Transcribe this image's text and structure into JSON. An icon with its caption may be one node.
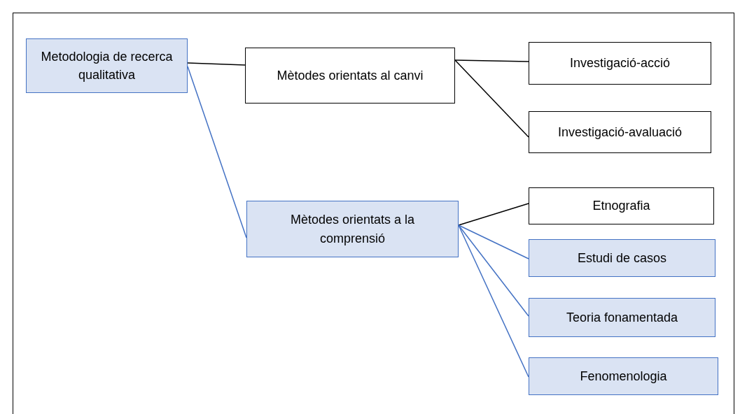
{
  "diagram": {
    "nodes": [
      {
        "text": [
          "Metodologia de recerca qualitativa"
        ]
      },
      {
        "text": [
          "Mètodes orientats al canvi"
        ]
      },
      {
        "text": [
          "Investigació-acció"
        ]
      },
      {
        "text": [
          "Investigació-avaluació"
        ]
      },
      {
        "text": [
          "Mètodes orientats a la comprensió"
        ]
      },
      {
        "text": [
          "Etnografia"
        ]
      },
      {
        "text": [
          "Estudi de casos"
        ]
      },
      {
        "text": [
          "Teoria fonamentada"
        ]
      },
      {
        "text": [
          "Fenomenologia"
        ]
      }
    ],
    "edges": [
      {
        "from": 0,
        "to": 1,
        "arrow": "none"
      },
      {
        "from": 0,
        "to": 4,
        "arrow": "none",
        "color": "#4472c4"
      },
      {
        "from": 1,
        "to": 2,
        "arrow": "none"
      },
      {
        "from": 1,
        "to": 3,
        "arrow": "none"
      },
      {
        "from": 4,
        "to": 5,
        "arrow": "none"
      },
      {
        "from": 4,
        "to": 6,
        "arrow": "none",
        "color": "#4472c4"
      },
      {
        "from": 4,
        "to": 7,
        "arrow": "none",
        "color": "#4472c4"
      },
      {
        "from": 4,
        "to": 8,
        "arrow": "none",
        "color": "#4472c4"
      }
    ]
  }
}
